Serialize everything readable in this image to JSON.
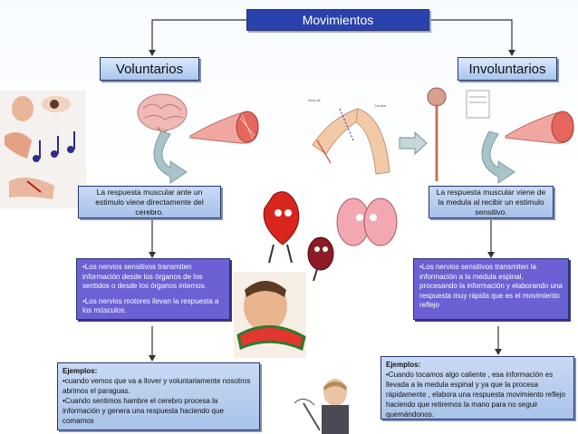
{
  "title": "Movimientos",
  "voluntary": {
    "label": "Voluntarios",
    "response": "La respuesta muscular ante un estimulo viene directamente del cerebro.",
    "nerves": [
      "•Los nervios sensitivos transmiten información desde los órganos de los sentidos o desde los órganos internos.",
      "•Los nervios motores llevan la respuesta a los músculos."
    ],
    "examples_title": "Ejemplos:",
    "examples": [
      "•cuando vemos que va a llover  y voluntariamente nosotros  abrimos el paraguas.",
      "•Cuando sentimos hambre el cerebro procesa la información y genera una respuesta haciendo que comamos"
    ]
  },
  "involuntary": {
    "label": "Involuntarios",
    "response": "La respuesta muscular viene de la medula al recibir un estimulo sensitivo.",
    "nerves": [
      "•Los nervios sensitivos transmiten la información a la medula espinal, procesando la información y elaborando una respuesta muy rápida que es el movimiento reflejo"
    ],
    "examples_title": "Ejemplos:",
    "examples": [
      "•Cuando tocamos algo caliente ,  esa información es llevada a la medula espinal y ya que la procesa rápidamente , elabora una respuesta  movimiento reflejo haciendo que retiremos la mano  para no seguir quemándonos."
    ]
  },
  "colors": {
    "title_bg": "#2a42ab",
    "purple_box": "#6a61d4",
    "light_box": "#b8cff0"
  }
}
